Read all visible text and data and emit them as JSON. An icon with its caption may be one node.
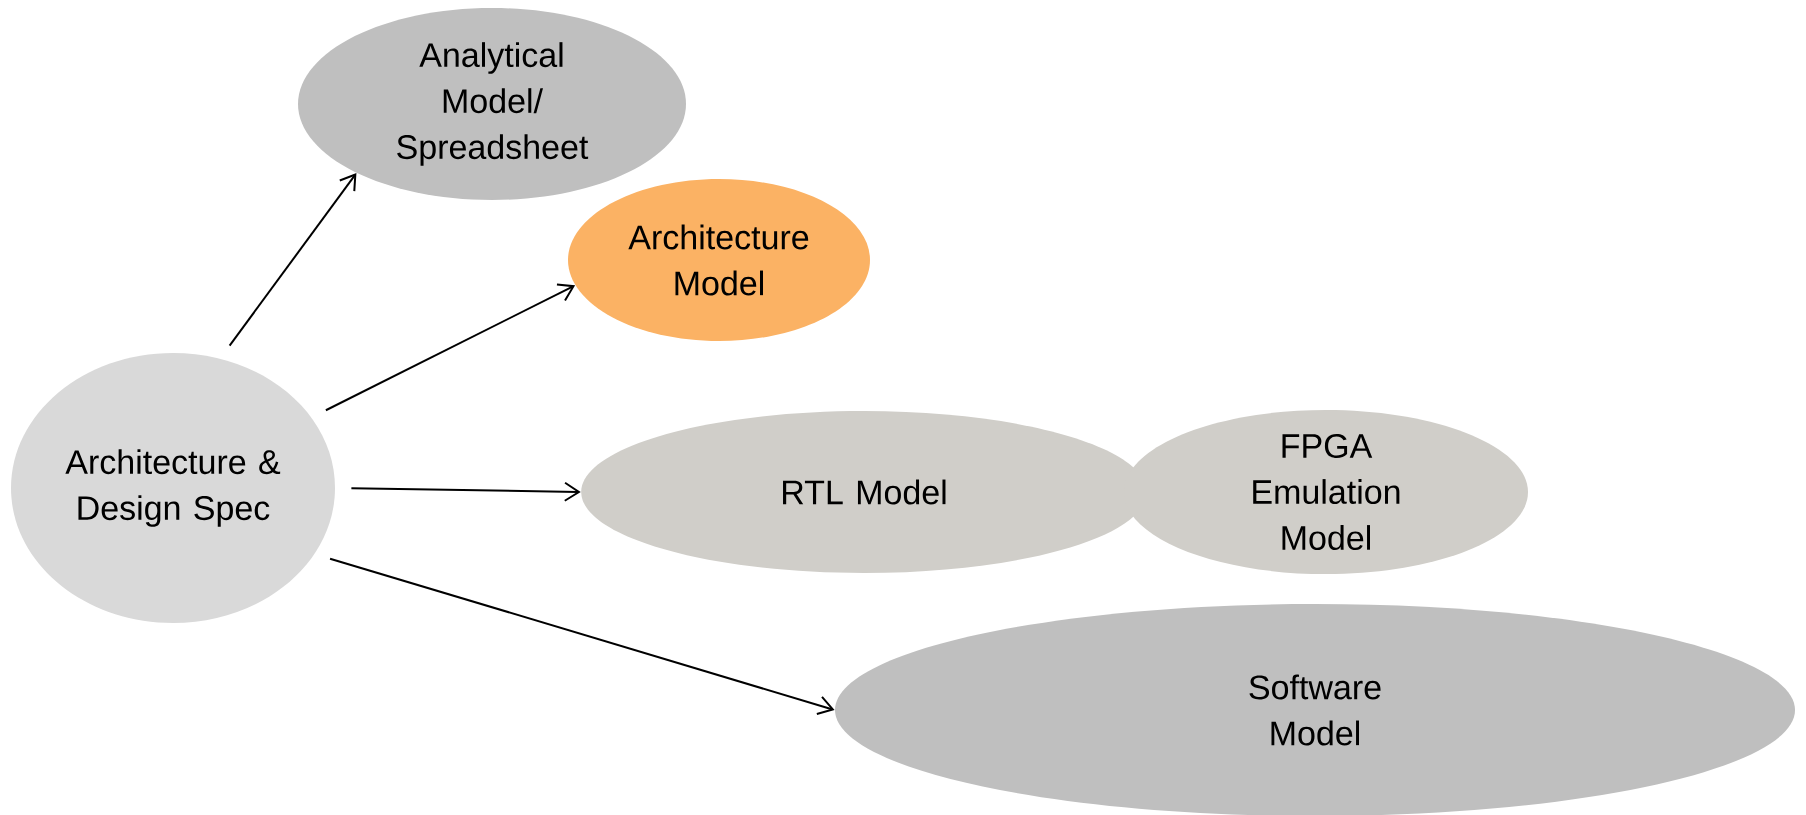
{
  "diagram": {
    "nodes": [
      {
        "text": [
          "Architecture & Design Spec"
        ]
      },
      {
        "text": [
          "Analytical Model/ Spreadsheet"
        ]
      },
      {
        "text": [
          "Architecture Model"
        ]
      },
      {
        "text": [
          "RTL Model"
        ]
      },
      {
        "text": [
          "FPGA Emulation Model"
        ]
      },
      {
        "text": [
          "Software Model"
        ]
      }
    ],
    "edges": [
      {
        "from": 0,
        "to": 1,
        "arrow": "to"
      },
      {
        "from": 0,
        "to": 2,
        "arrow": "to"
      },
      {
        "from": 0,
        "to": 3,
        "arrow": "to"
      },
      {
        "from": 0,
        "to": 5,
        "arrow": "to"
      }
    ]
  }
}
